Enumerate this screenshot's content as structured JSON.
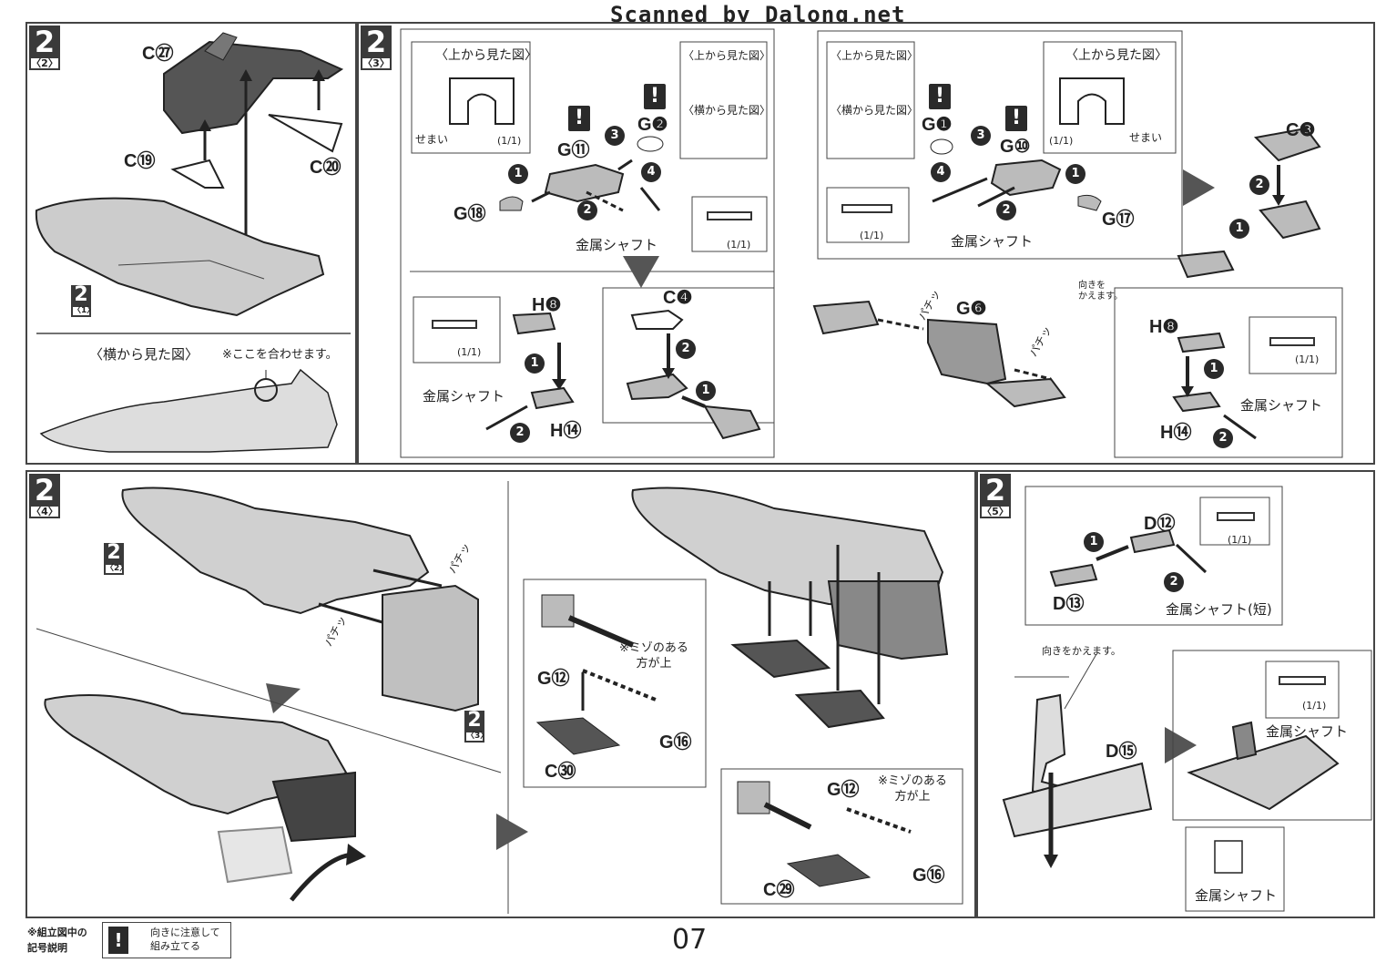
{
  "header": {
    "scanned_by": "Scanned by Dalong.net"
  },
  "page_number": "07",
  "panels": {
    "p1": {
      "step_num": "2",
      "step_sub": "〈2〉",
      "parts": {
        "c27": "C㉗",
        "c19": "C⑲",
        "c20": "C⑳"
      },
      "ref_num": "2",
      "ref_sub": "〈1〉",
      "side_view_title": "〈横から見た図〉",
      "align_note": "※ここを合わせます。"
    },
    "p2": {
      "step_num": "2",
      "step_sub": "〈3〉",
      "top_view_title": "〈上から見た図〉",
      "top_view_title2": "〈上から見た図〉",
      "side_view_title": "〈横から見た図〉",
      "semai": "せまい",
      "ratio": "(1/1)",
      "parts": {
        "g11": "G⑪",
        "g2": "G❷",
        "g18": "G⑱",
        "h8": "H❽",
        "h14": "H⑭",
        "c4": "C❹"
      },
      "metal_shaft": "金属シャフト",
      "metal_shaft2": "金属シャフト",
      "ratio2": "(1/1)",
      "ratio3": "(1/1)"
    },
    "p3": {
      "top_view_title": "〈上から見た図〉",
      "top_view_title2": "〈上から見た図〉",
      "side_view_title": "〈横から見た図〉",
      "semai": "せまい",
      "ratio": "(1/1)",
      "ratio2": "(1/1)",
      "ratio3": "(1/1)",
      "parts": {
        "g1": "G❶",
        "g10": "G⑩",
        "g17": "G⑰",
        "c3": "C❸",
        "g6": "G❻",
        "h8": "H❽",
        "h14": "H⑭"
      },
      "metal_shaft": "金属シャフト",
      "metal_shaft2": "金属シャフト",
      "change_dir": "向きを\nかえます。",
      "pachi1": "パチッ",
      "pachi2": "パチッ"
    },
    "p4": {
      "step_num": "2",
      "step_sub": "〈4〉",
      "ref_a_num": "2",
      "ref_a_sub": "〈2〉",
      "ref_b_num": "2",
      "ref_b_sub": "〈3〉",
      "pachi1": "パチッ",
      "pachi2": "パチッ",
      "parts": {
        "g12": "G⑫",
        "g16": "G⑯",
        "c30": "C㉚",
        "g12b": "G⑫",
        "g16b": "G⑯",
        "c29": "C㉙"
      },
      "groove_note": "※ミゾのある\n方が上",
      "groove_note2": "※ミゾのある\n方が上"
    },
    "p5": {
      "step_num": "2",
      "step_sub": "〈5〉",
      "parts": {
        "d12": "D⑫",
        "d13": "D⑬",
        "d15": "D⑮"
      },
      "metal_shaft_short": "金属シャフト(短)",
      "metal_shaft": "金属シャフト",
      "metal_shaft2": "金属シャフト",
      "change_dir": "向きをかえます。",
      "ratio": "(1/1)",
      "ratio2": "(1/1)"
    }
  },
  "legend": {
    "title": "※組立図中の\n記号説明",
    "warn_symbol": "!",
    "warn_text": "向きに注意して\n組み立てる"
  },
  "circled_steps": [
    "1",
    "2",
    "3",
    "4"
  ]
}
